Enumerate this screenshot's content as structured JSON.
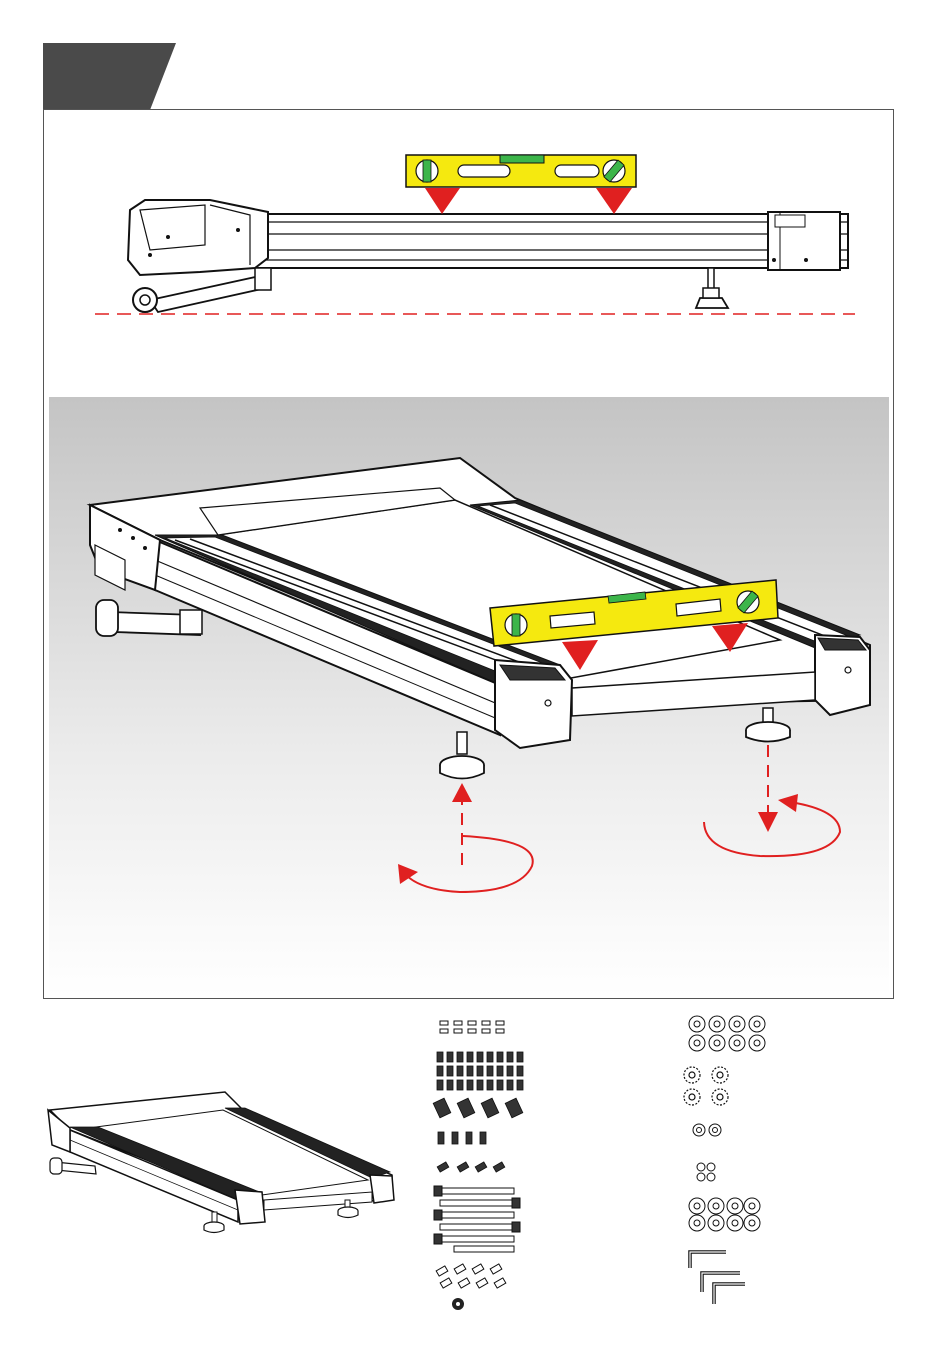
{
  "page": {
    "step_tab_color": "#4a4a4a",
    "accent_red": "#e02020",
    "level_yellow": "#f5e90f",
    "level_green": "#3cb54a"
  },
  "sections": [
    {
      "name": "side-view-leveling",
      "icon": "treadmill-side-view-icon"
    },
    {
      "name": "perspective-leveling",
      "icon": "treadmill-perspective-icon"
    },
    {
      "name": "parts-overview",
      "icon": "treadmill-thumbnail-icon"
    },
    {
      "name": "hardware-kit",
      "icon": "hardware-parts-icon"
    }
  ]
}
